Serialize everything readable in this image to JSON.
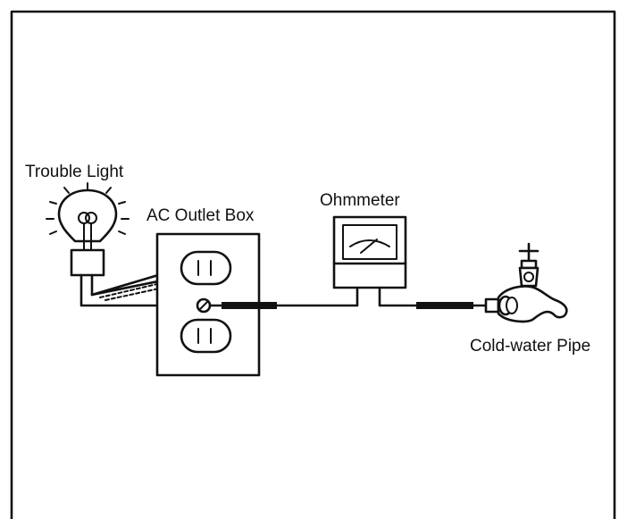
{
  "labels": {
    "trouble_light": "Trouble Light",
    "outlet_box": "AC Outlet Box",
    "ohmmeter": "Ohmmeter",
    "pipe": "Cold-water Pipe"
  },
  "icons": {
    "bulb": "light-bulb-icon",
    "outlet": "ac-outlet-icon",
    "meter": "ohmmeter-icon",
    "faucet": "water-faucet-icon"
  },
  "colors": {
    "ink": "#111111",
    "background": "#ffffff"
  }
}
